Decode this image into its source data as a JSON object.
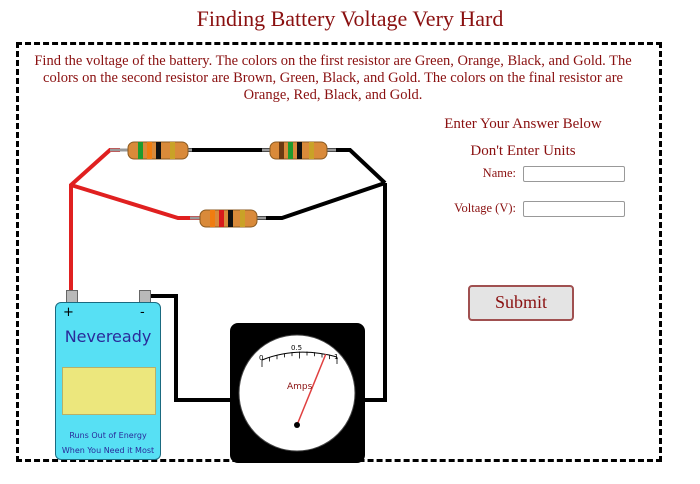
{
  "page": {
    "title": "Finding Battery Voltage Very Hard",
    "question": "Find the voltage of the battery. The colors on the first resistor are Green, Orange, Black, and Gold. The colors on the second resistor are Brown, Green, Black, and Gold. The colors on the final resistor are Orange, Red, Black, and Gold."
  },
  "form": {
    "enter_label": "Enter Your Answer Below",
    "units_note": "Don't Enter Units",
    "name_label": "Name:",
    "name_value": "",
    "voltage_label": "Voltage (V):",
    "voltage_value": "",
    "submit_label": "Submit"
  },
  "battery": {
    "plus": "+",
    "minus": "-",
    "brand": "Neveready",
    "slogan_line1": "Runs Out of Energy",
    "slogan_line2": "When You Need it Most",
    "color": "#57e0f4"
  },
  "ammeter": {
    "scale_min": "0",
    "scale_mid": "0.5",
    "scale_max": "1",
    "unit": "Amps",
    "needle_value": 0.85
  },
  "resistors": [
    {
      "bands": [
        "green",
        "orange",
        "black",
        "gold"
      ]
    },
    {
      "bands": [
        "brown",
        "green",
        "black",
        "gold"
      ]
    },
    {
      "bands": [
        "orange",
        "red",
        "black",
        "gold"
      ]
    }
  ],
  "colors": {
    "title": "#8a1010",
    "wire_positive": "#e02020",
    "wire_negative": "#000000",
    "resistor_body": "#d98a3a"
  }
}
